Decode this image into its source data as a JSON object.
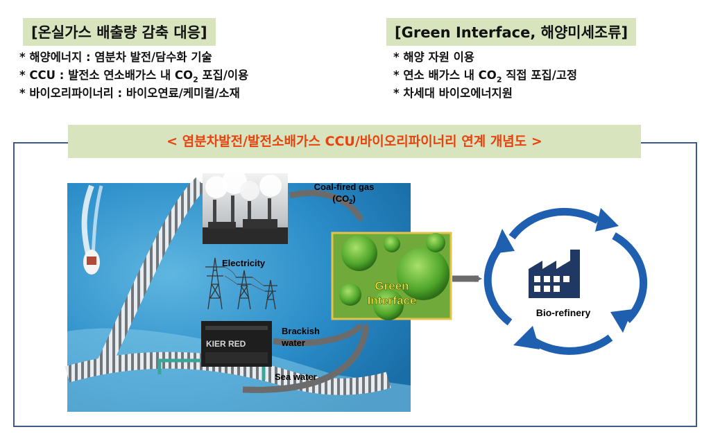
{
  "left_panel": {
    "heading": "[온실가스 배출량 감축 대응]",
    "items": [
      {
        "text": "* 해양에너지 : 염분차 발전/담수화 기술"
      },
      {
        "pre": "* CCU : 발전소 연소배가스 내 CO",
        "sub": "2",
        "post": " 포집/이용"
      },
      {
        "text": "* 바이오리파이너리 : 바이오연료/케미컬/소재"
      }
    ]
  },
  "right_panel": {
    "heading": "[Green Interface, 해양미세조류]",
    "items": [
      {
        "text": "* 해양 자원 이용"
      },
      {
        "pre": "* 연소 배가스 내 CO",
        "sub": "2",
        "post": " 직접 포집/고정"
      },
      {
        "text": "* 차세대 바이오에너지원"
      }
    ]
  },
  "concept_title": "< 염분차발전/발전소배가스 CCU/바이오리파이너리 연계 개념도 >",
  "diagram": {
    "coal_gas_line1": "Coal-fired gas",
    "coal_gas_line2_pre": "(CO",
    "coal_gas_line2_sub": "2",
    "coal_gas_line2_post": ")",
    "electricity": "Electricity",
    "brackish_line1": "Brackish",
    "brackish_line2": "water",
    "sea_water": "Sea water",
    "plant_sign": "KIER RED",
    "green_interface_line1": "Green",
    "green_interface_line2": "Interface",
    "biorefinery": "Bio-refinery"
  },
  "colors": {
    "header_bg": "#d7e4bd",
    "concept_text": "#e8420f",
    "frame_border": "#3b5a8a",
    "cycle_blue": "#1f5fb0",
    "factory_navy": "#1f3864",
    "arrow_gray": "#6b6b6b",
    "green_text": "#ffe23a"
  }
}
